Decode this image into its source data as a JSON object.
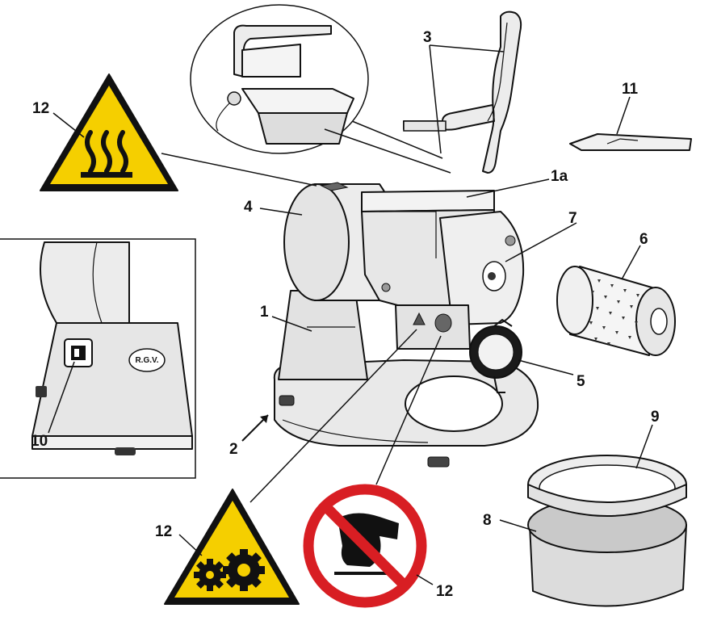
{
  "colors": {
    "warning_yellow": "#f5cf00",
    "prohibition_red": "#d81e23",
    "machine_fill": "#ececec",
    "machine_shade": "#d6d6d6",
    "outline": "#111111"
  },
  "labels": {
    "l1": "1",
    "l1a": "1a",
    "l2": "2",
    "l3": "3",
    "l4": "4",
    "l5": "5",
    "l6": "6",
    "l7": "7",
    "l8": "8",
    "l9": "9",
    "l10": "10",
    "l11": "11",
    "l12_hot": "12",
    "l12_gears": "12",
    "l12_hand": "12"
  },
  "badge_text": "R.G.V.",
  "icons": {
    "hot_surface": "hot-surface-warning-icon",
    "gears": "moving-gears-warning-icon",
    "no_hands": "no-hands-prohibition-icon"
  }
}
